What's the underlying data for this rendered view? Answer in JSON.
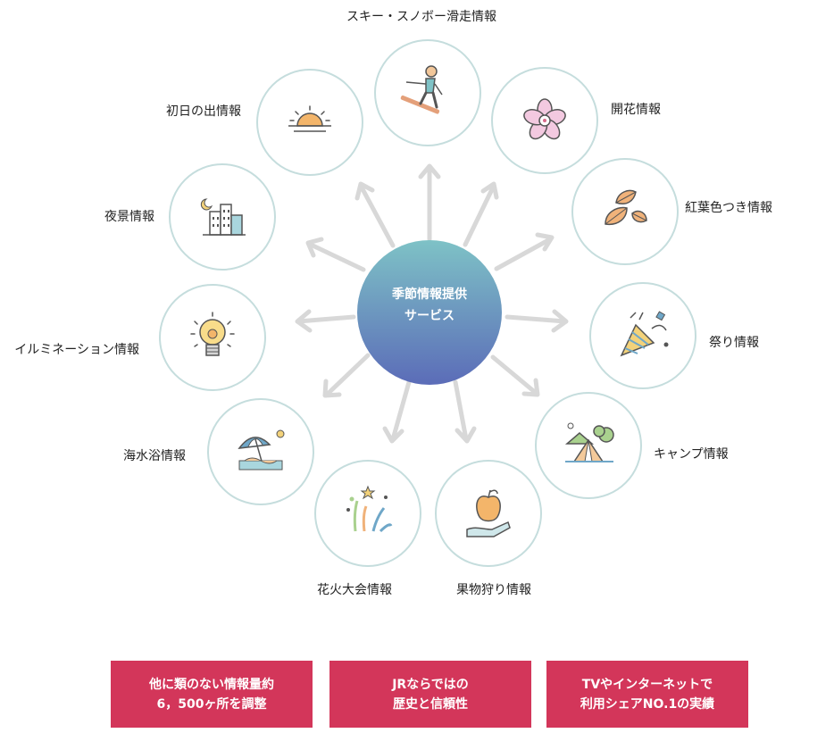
{
  "hub": {
    "line1": "季節情報提供",
    "line2": "サービス"
  },
  "services": [
    {
      "label": "スキー・スノボー滑走情報",
      "icon": "skier-icon"
    },
    {
      "label": "開花情報",
      "icon": "cherry-blossom-icon"
    },
    {
      "label": "紅葉色つき情報",
      "icon": "autumn-leaves-icon"
    },
    {
      "label": "祭り情報",
      "icon": "party-popper-icon"
    },
    {
      "label": "キャンプ情報",
      "icon": "camping-tent-icon"
    },
    {
      "label": "果物狩り情報",
      "icon": "apple-hand-icon"
    },
    {
      "label": "花火大会情報",
      "icon": "fireworks-icon"
    },
    {
      "label": "海水浴情報",
      "icon": "beach-umbrella-icon"
    },
    {
      "label": "イルミネーション情報",
      "icon": "light-bulb-icon"
    },
    {
      "label": "夜景情報",
      "icon": "night-city-icon"
    },
    {
      "label": "初日の出情報",
      "icon": "sunrise-icon"
    }
  ],
  "badges": [
    "他に類のない情報量約\n6，500ヶ所を調整",
    "JRならではの\n歴史と信頼性",
    "TVやインターネットで\n利用シェアNO.1の実績"
  ],
  "colors": {
    "circle_border": "#c5dddd",
    "arrow": "#d8d8d8",
    "hub_top": "#7ec2c6",
    "hub_bottom": "#5b6cb8",
    "badge": "#d3365a"
  }
}
